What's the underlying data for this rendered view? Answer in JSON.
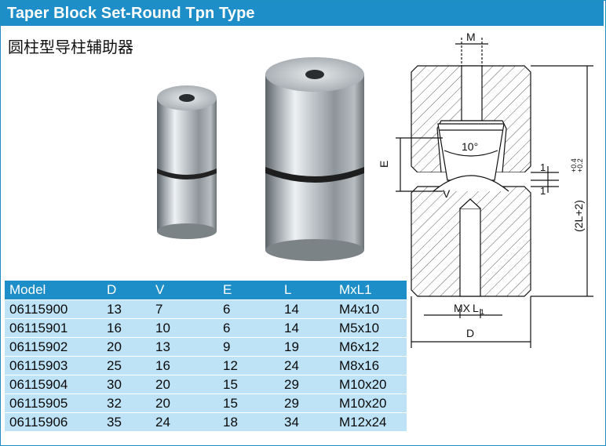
{
  "header": {
    "title": "Taper Block Set-Round Tpn Type"
  },
  "subtitle": "圆柱型导柱辅助器",
  "drawing": {
    "labels": {
      "m": "M",
      "angle": "10°",
      "e": "E",
      "v": "V",
      "one_a": "1",
      "one_b": "1",
      "two_l": "(2L+2)",
      "tol_plus": "+0.4",
      "tol_minus": "+0.2",
      "mx": "MX",
      "l1": "L",
      "l1_sub": "1",
      "d": "D"
    }
  },
  "table": {
    "headers": [
      "Model",
      "D",
      "V",
      "E",
      "L",
      "MxL1"
    ],
    "rows": [
      [
        "06115900",
        "13",
        "7",
        "6",
        "14",
        "M4x10"
      ],
      [
        "06115901",
        "16",
        "10",
        "6",
        "14",
        "M5x10"
      ],
      [
        "06115902",
        "20",
        "13",
        "9",
        "19",
        "M6x12"
      ],
      [
        "06115903",
        "25",
        "16",
        "12",
        "24",
        "M8x16"
      ],
      [
        "06115904",
        "30",
        "20",
        "15",
        "29",
        "M10x20"
      ],
      [
        "06115905",
        "32",
        "20",
        "15",
        "29",
        "M10x20"
      ],
      [
        "06115906",
        "35",
        "24",
        "18",
        "34",
        "M12x24"
      ]
    ]
  },
  "colors": {
    "header_bg": "#1d8ec8",
    "row_bg": "#bfe3f6"
  }
}
